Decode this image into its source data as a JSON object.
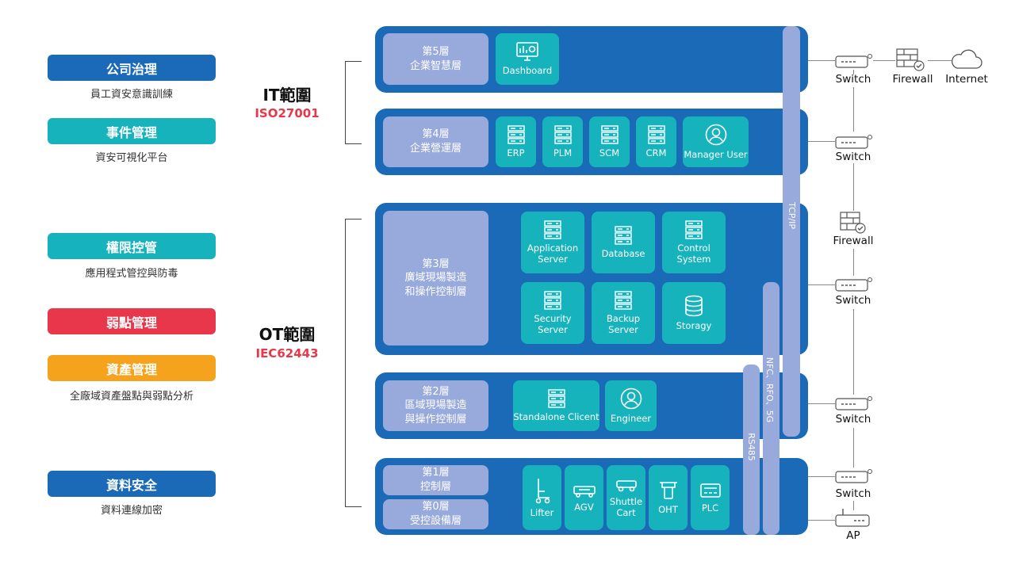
{
  "left_panel": {
    "governance": {
      "label": "公司治理",
      "desc": "員工資安意識訓練",
      "color": "#1b6ab7"
    },
    "event": {
      "label": "事件管理",
      "desc": "資安可視化平台",
      "color": "#17b3bc"
    },
    "access": {
      "label": "權限控管",
      "desc": "應用程式管控與防毒",
      "color": "#17b3bc"
    },
    "vuln": {
      "label": "弱點管理",
      "color": "#e8374a"
    },
    "asset": {
      "label": "資產管理",
      "desc": "全廠域資產盤點與弱點分析",
      "color": "#f5a31c"
    },
    "data": {
      "label": "資料安全",
      "desc": "資料連線加密",
      "color": "#1b6ab7"
    }
  },
  "scopes": {
    "it": {
      "title": "IT範圍",
      "std": "ISO27001"
    },
    "ot": {
      "title": "OT範圍",
      "std": "IEC62443"
    }
  },
  "layers": {
    "l5": {
      "name": "第5層",
      "sub": "企業智慧層",
      "tiles": [
        "Dashboard"
      ]
    },
    "l4": {
      "name": "第4層",
      "sub": "企業營運層",
      "tiles": [
        "ERP",
        "PLM",
        "SCM",
        "CRM",
        "Manager User"
      ]
    },
    "l3": {
      "name": "第3層",
      "sub1": "廣域現場製造",
      "sub2": "和操作控制層",
      "tiles": [
        "Application",
        "Server",
        "Database",
        "Control",
        "System",
        "Security",
        "Server",
        "Backup",
        "Server",
        "Storagy"
      ]
    },
    "l2": {
      "name": "第2層",
      "sub1": "區域現場製造",
      "sub2": "與操作控制層",
      "tiles": [
        "Standalone Clicent",
        "Engineer"
      ]
    },
    "l1": {
      "name": "第1層",
      "sub": "控制層"
    },
    "l0": {
      "name": "第0層",
      "sub": "受控設備層",
      "tiles": [
        "Lifter",
        "AGV",
        "Shuttle",
        "Cart",
        "OHT",
        "PLC"
      ]
    }
  },
  "bars": {
    "tcpip": "TCP/IP",
    "wireless": "NFC、RFO、5G",
    "rs485": "RS485"
  },
  "network": {
    "switch": "Switch",
    "firewall": "Firewall",
    "internet": "Internet",
    "ap": "AP"
  },
  "colors": {
    "dark_blue": "#1b6ab7",
    "teal": "#17b3bc",
    "lavender": "#98a9dc",
    "red": "#e8374a",
    "orange": "#f5a31c"
  }
}
